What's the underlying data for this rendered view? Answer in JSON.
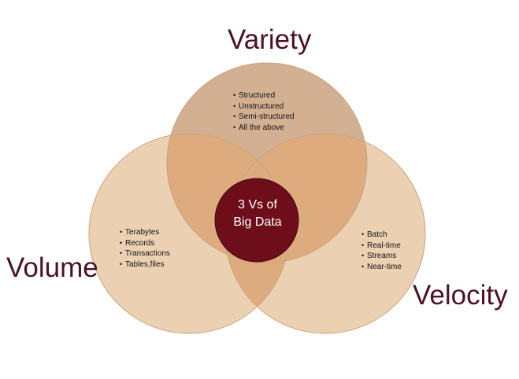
{
  "colors": {
    "circle_fill": "#ecd0b2",
    "variety_fill": "#d4b093",
    "overlap_fill": "#ddab7e",
    "circle_stroke": "#c9a27e",
    "center_fill": "#6e0e1b",
    "center_stroke": "#3d0710",
    "label_color": "#4a1224"
  },
  "variety": {
    "label": "Variety",
    "items": [
      "Structured",
      "Unstructured",
      "Semi-structured",
      "All the above"
    ]
  },
  "volume": {
    "label": "Volume",
    "items": [
      "Terabytes",
      "Records",
      "Transactions",
      "Tables,files"
    ]
  },
  "velocity": {
    "label": "Velocity",
    "items": [
      "Batch",
      "Real-time",
      "Streams",
      "Near-time"
    ]
  },
  "center": {
    "line1": "3 Vs of",
    "line2": "Big Data"
  }
}
